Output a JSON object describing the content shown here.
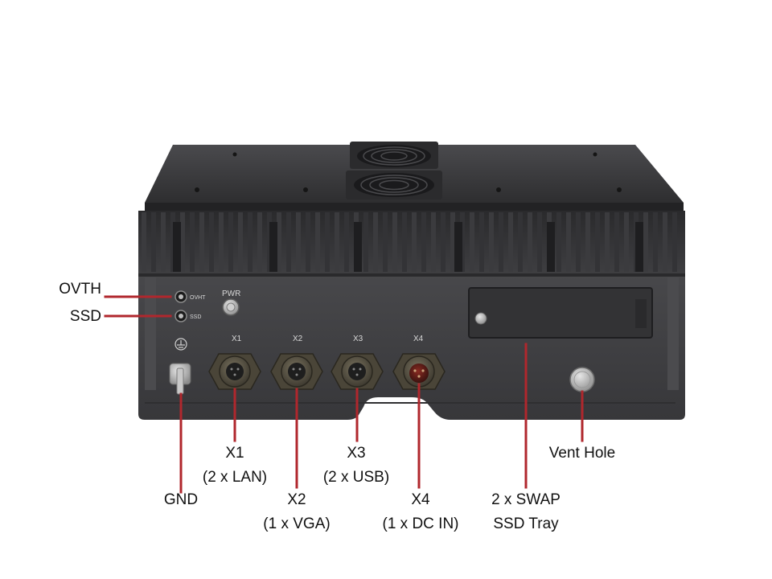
{
  "device": {
    "panel_labels": {
      "pwr": "PWR",
      "ovht": "OVHT",
      "ssd": "SSD",
      "x1": "X1",
      "x2": "X2",
      "x3": "X3",
      "x4": "X4"
    },
    "colors": {
      "body": "#3a3a3c",
      "body_dark": "#262628",
      "body_light": "#545457",
      "callout_line": "#b0272d",
      "connector_metal": "#5b5545",
      "dc_connector": "#6e1f1a"
    },
    "icons": [
      "fan-icon",
      "ground-icon",
      "led-icon",
      "power-button-icon"
    ]
  },
  "callouts": {
    "ovth": {
      "label": "OVTH"
    },
    "ssd": {
      "label": "SSD"
    },
    "gnd": {
      "label": "GND"
    },
    "x1": {
      "line1": "X1",
      "line2": "(2 x LAN)"
    },
    "x2": {
      "line1": "X2",
      "line2": "(1 x VGA)"
    },
    "x3": {
      "line1": "X3",
      "line2": "(2 x USB)"
    },
    "x4": {
      "line1": "X4",
      "line2": "(1 x DC IN)"
    },
    "ssd_tray": {
      "line1": "2 x SWAP",
      "line2": "SSD Tray"
    },
    "vent": {
      "label": "Vent Hole"
    }
  }
}
